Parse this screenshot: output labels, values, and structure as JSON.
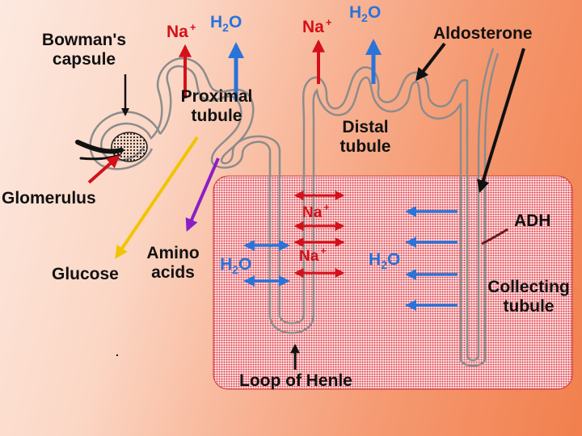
{
  "labels": {
    "bowmans_capsule_line1": "Bowman's",
    "bowmans_capsule_line2": "capsule",
    "proximal_tubule_line1": "Proximal",
    "proximal_tubule_line2": "tubule",
    "distal_tubule_line1": "Distal",
    "distal_tubule_line2": "tubule",
    "aldosterone": "Aldosterone",
    "glomerulus": "Glomerulus",
    "glucose": "Glucose",
    "amino_acids_line1": "Amino",
    "amino_acids_line2": "acids",
    "adh": "ADH",
    "collecting_tubule_line1": "Collecting",
    "collecting_tubule_line2": "tubule",
    "loop_of_henle": "Loop of Henle",
    "stray_dot": "."
  },
  "ions": {
    "sodium_symbol": "Na",
    "sodium_charge": "+",
    "water_h": "H",
    "water_2": "2",
    "water_o": "O"
  },
  "colors": {
    "sodium": "#d4101a",
    "water": "#2a73d9",
    "glucose": "#f2c400",
    "amino_acids": "#8a1fc6",
    "medulla_dots": "#e0303a",
    "tubule_outline": "#8c8c8c",
    "text": "#111111"
  }
}
